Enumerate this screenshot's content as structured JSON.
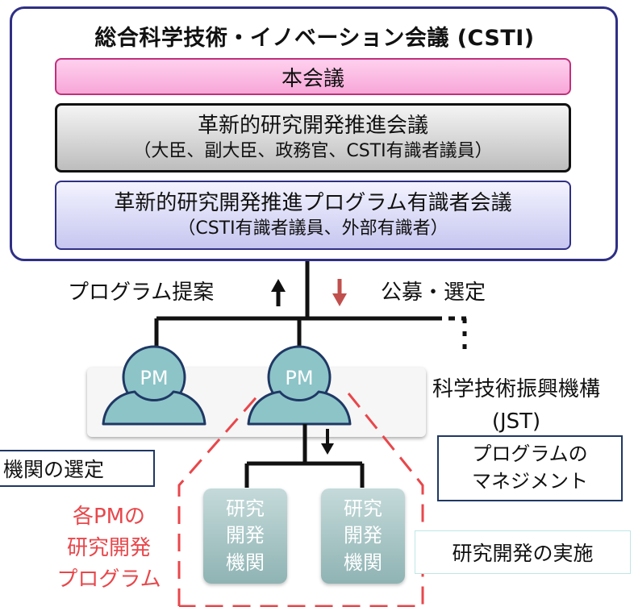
{
  "csti": {
    "title": "総合科学技術・イノベーション会議 (CSTI)",
    "plenary": "本会議",
    "innovation_council": {
      "title": "革新的研究開発推進会議",
      "members": "（大臣、副大臣、政務官、CSTI有識者議員）"
    },
    "program_council": {
      "title": "革新的研究開発推進プログラム有識者会議",
      "members": "（CSTI有識者議員、外部有識者）"
    }
  },
  "flows": {
    "up_label": "プログラム提案",
    "down_label": "公募・選定"
  },
  "pm": {
    "labels": [
      "PM",
      "PM"
    ]
  },
  "jst": {
    "line1": "科学技術振興機構",
    "line2": "(JST)"
  },
  "callouts": {
    "institution_selection": "機関の選定",
    "program_management_line1": "プログラムの",
    "program_management_line2": "マネジメント",
    "rd_implementation": "研究開発の実施"
  },
  "pm_program": {
    "line1": "各PMの",
    "line2": "研究開発",
    "line3": "プログラム"
  },
  "institutions": [
    {
      "line1": "研究",
      "line2": "開発",
      "line3": "機関"
    },
    {
      "line1": "研究",
      "line2": "開発",
      "line3": "機関"
    }
  ],
  "colors": {
    "frame": "#2f2f86",
    "plenary_fill": "#f7a7d8",
    "council_fill": "#bdbdbd",
    "program_fill": "#c6c6f0",
    "pm_fill": "#8cc4c8",
    "dashed_outline": "#e8474b",
    "down_arrow": "#c0504d"
  },
  "icons": [
    "up-arrow-icon",
    "down-arrow-icon",
    "person-icon"
  ]
}
